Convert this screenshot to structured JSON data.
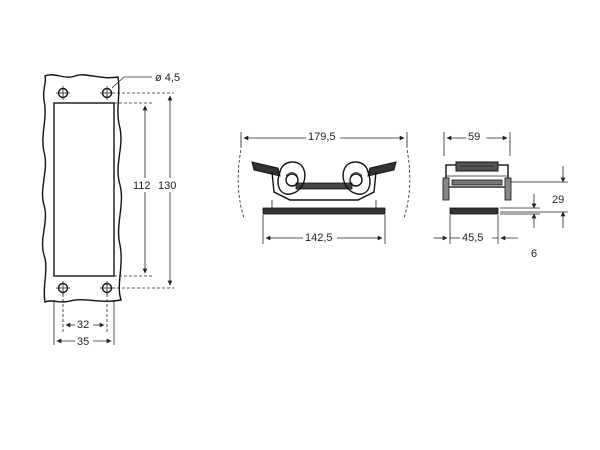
{
  "drawing": {
    "cutout_view": {
      "hole_label": "ø 4,5",
      "height_inner": "112",
      "height_outer": "130",
      "width_inner": "32",
      "width_outer": "35"
    },
    "front_view": {
      "top_width": "179,5",
      "bottom_width": "142,5"
    },
    "side_view": {
      "top_width": "59",
      "bottom_width": "45,5",
      "height": "29",
      "plate_thickness": "6"
    }
  }
}
